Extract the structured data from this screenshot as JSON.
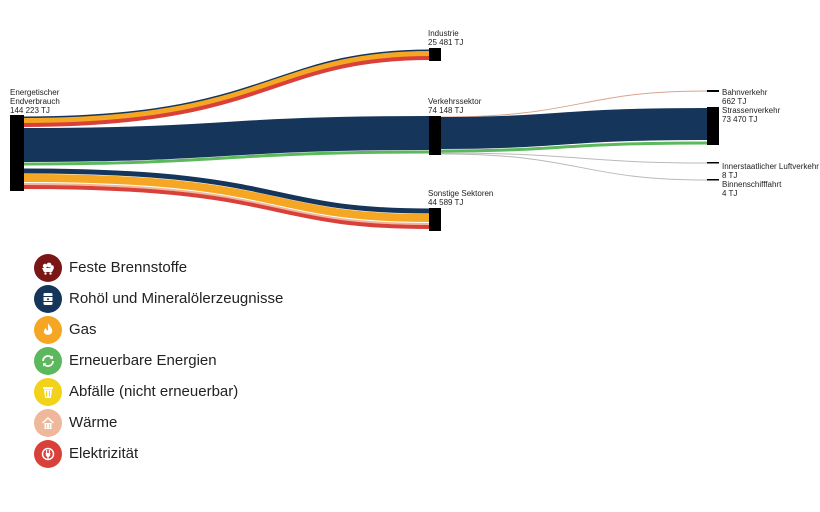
{
  "nodes": [
    {
      "id": "endverbrauch",
      "label_lines": [
        "Energetischer",
        "Endverbrauch"
      ],
      "value_label": "144 223 TJ"
    },
    {
      "id": "industrie",
      "label_lines": [
        "Industrie"
      ],
      "value_label": "25 481 TJ"
    },
    {
      "id": "verkehr",
      "label_lines": [
        "Verkehrssektor"
      ],
      "value_label": "74 148 TJ"
    },
    {
      "id": "sonstige",
      "label_lines": [
        "Sonstige Sektoren"
      ],
      "value_label": "44 589 TJ"
    },
    {
      "id": "bahn",
      "label_lines": [
        "Bahnverkehr"
      ],
      "value_label": "662 TJ"
    },
    {
      "id": "strasse",
      "label_lines": [
        "Strassenverkehr"
      ],
      "value_label": "73 470 TJ"
    },
    {
      "id": "luft",
      "label_lines": [
        "Innerstaatlicher Luftverkehr"
      ],
      "value_label": "8 TJ"
    },
    {
      "id": "schiff",
      "label_lines": [
        "Binnenschifffahrt"
      ],
      "value_label": "4 TJ"
    }
  ],
  "legend": [
    {
      "key": "feste",
      "label": "Feste Brennstoffe",
      "color": "#7b1616",
      "icon": "coal-cart-icon"
    },
    {
      "key": "oel",
      "label": "Rohöl und Mineralölerzeugnisse",
      "color": "#15355a",
      "icon": "oil-barrel-icon"
    },
    {
      "key": "gas",
      "label": "Gas",
      "color": "#f5a623",
      "icon": "flame-icon"
    },
    {
      "key": "erneuerbar",
      "label": "Erneuerbare Energien",
      "color": "#5cb85c",
      "icon": "recycle-arrows-icon"
    },
    {
      "key": "abfall",
      "label": "Abfälle (nicht erneuerbar)",
      "color": "#f2d21a",
      "icon": "waste-bin-icon"
    },
    {
      "key": "waerme",
      "label": "Wärme",
      "color": "#f0b89a",
      "icon": "heat-house-icon"
    },
    {
      "key": "strom",
      "label": "Elektrizität",
      "color": "#d9403a",
      "icon": "power-plug-icon"
    }
  ]
}
